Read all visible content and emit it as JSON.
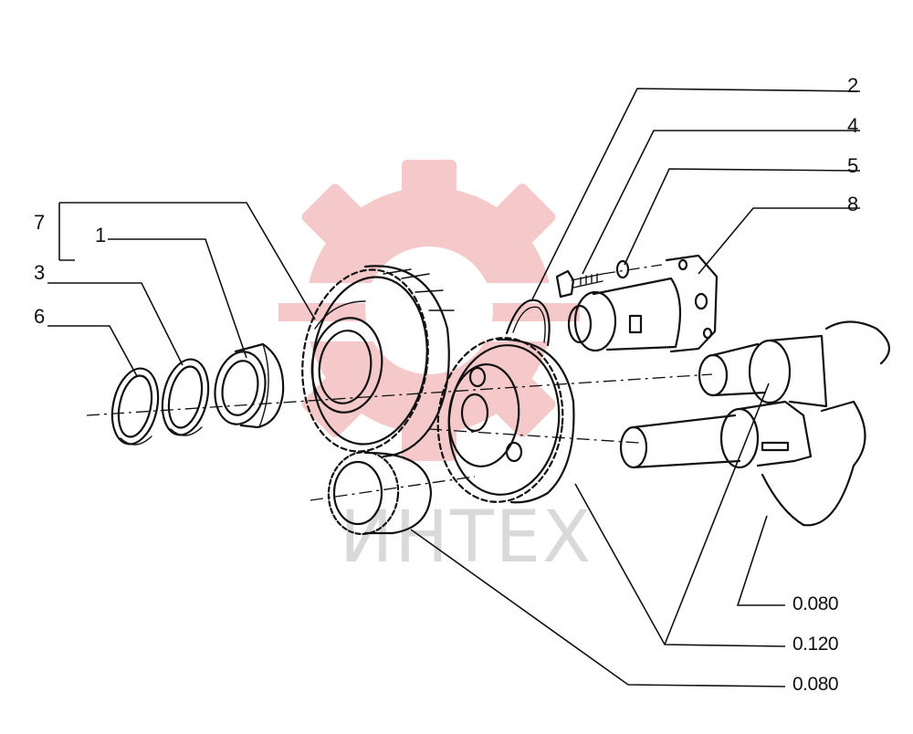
{
  "watermark": {
    "text": "ИНТЕХ",
    "logo_icon": "red-gear-logo-icon",
    "logo_color": "#f3b9b9",
    "text_color": "#d9d9d9"
  },
  "callouts": {
    "part_2": "2",
    "part_4": "4",
    "part_5": "5",
    "part_8": "8",
    "part_7": "7",
    "part_1": "1",
    "part_3": "3",
    "part_6": "6"
  },
  "clearances": {
    "camshaft_gear": "0.080",
    "intermediate_gear": "0.120",
    "crank_gear": "0.080"
  }
}
